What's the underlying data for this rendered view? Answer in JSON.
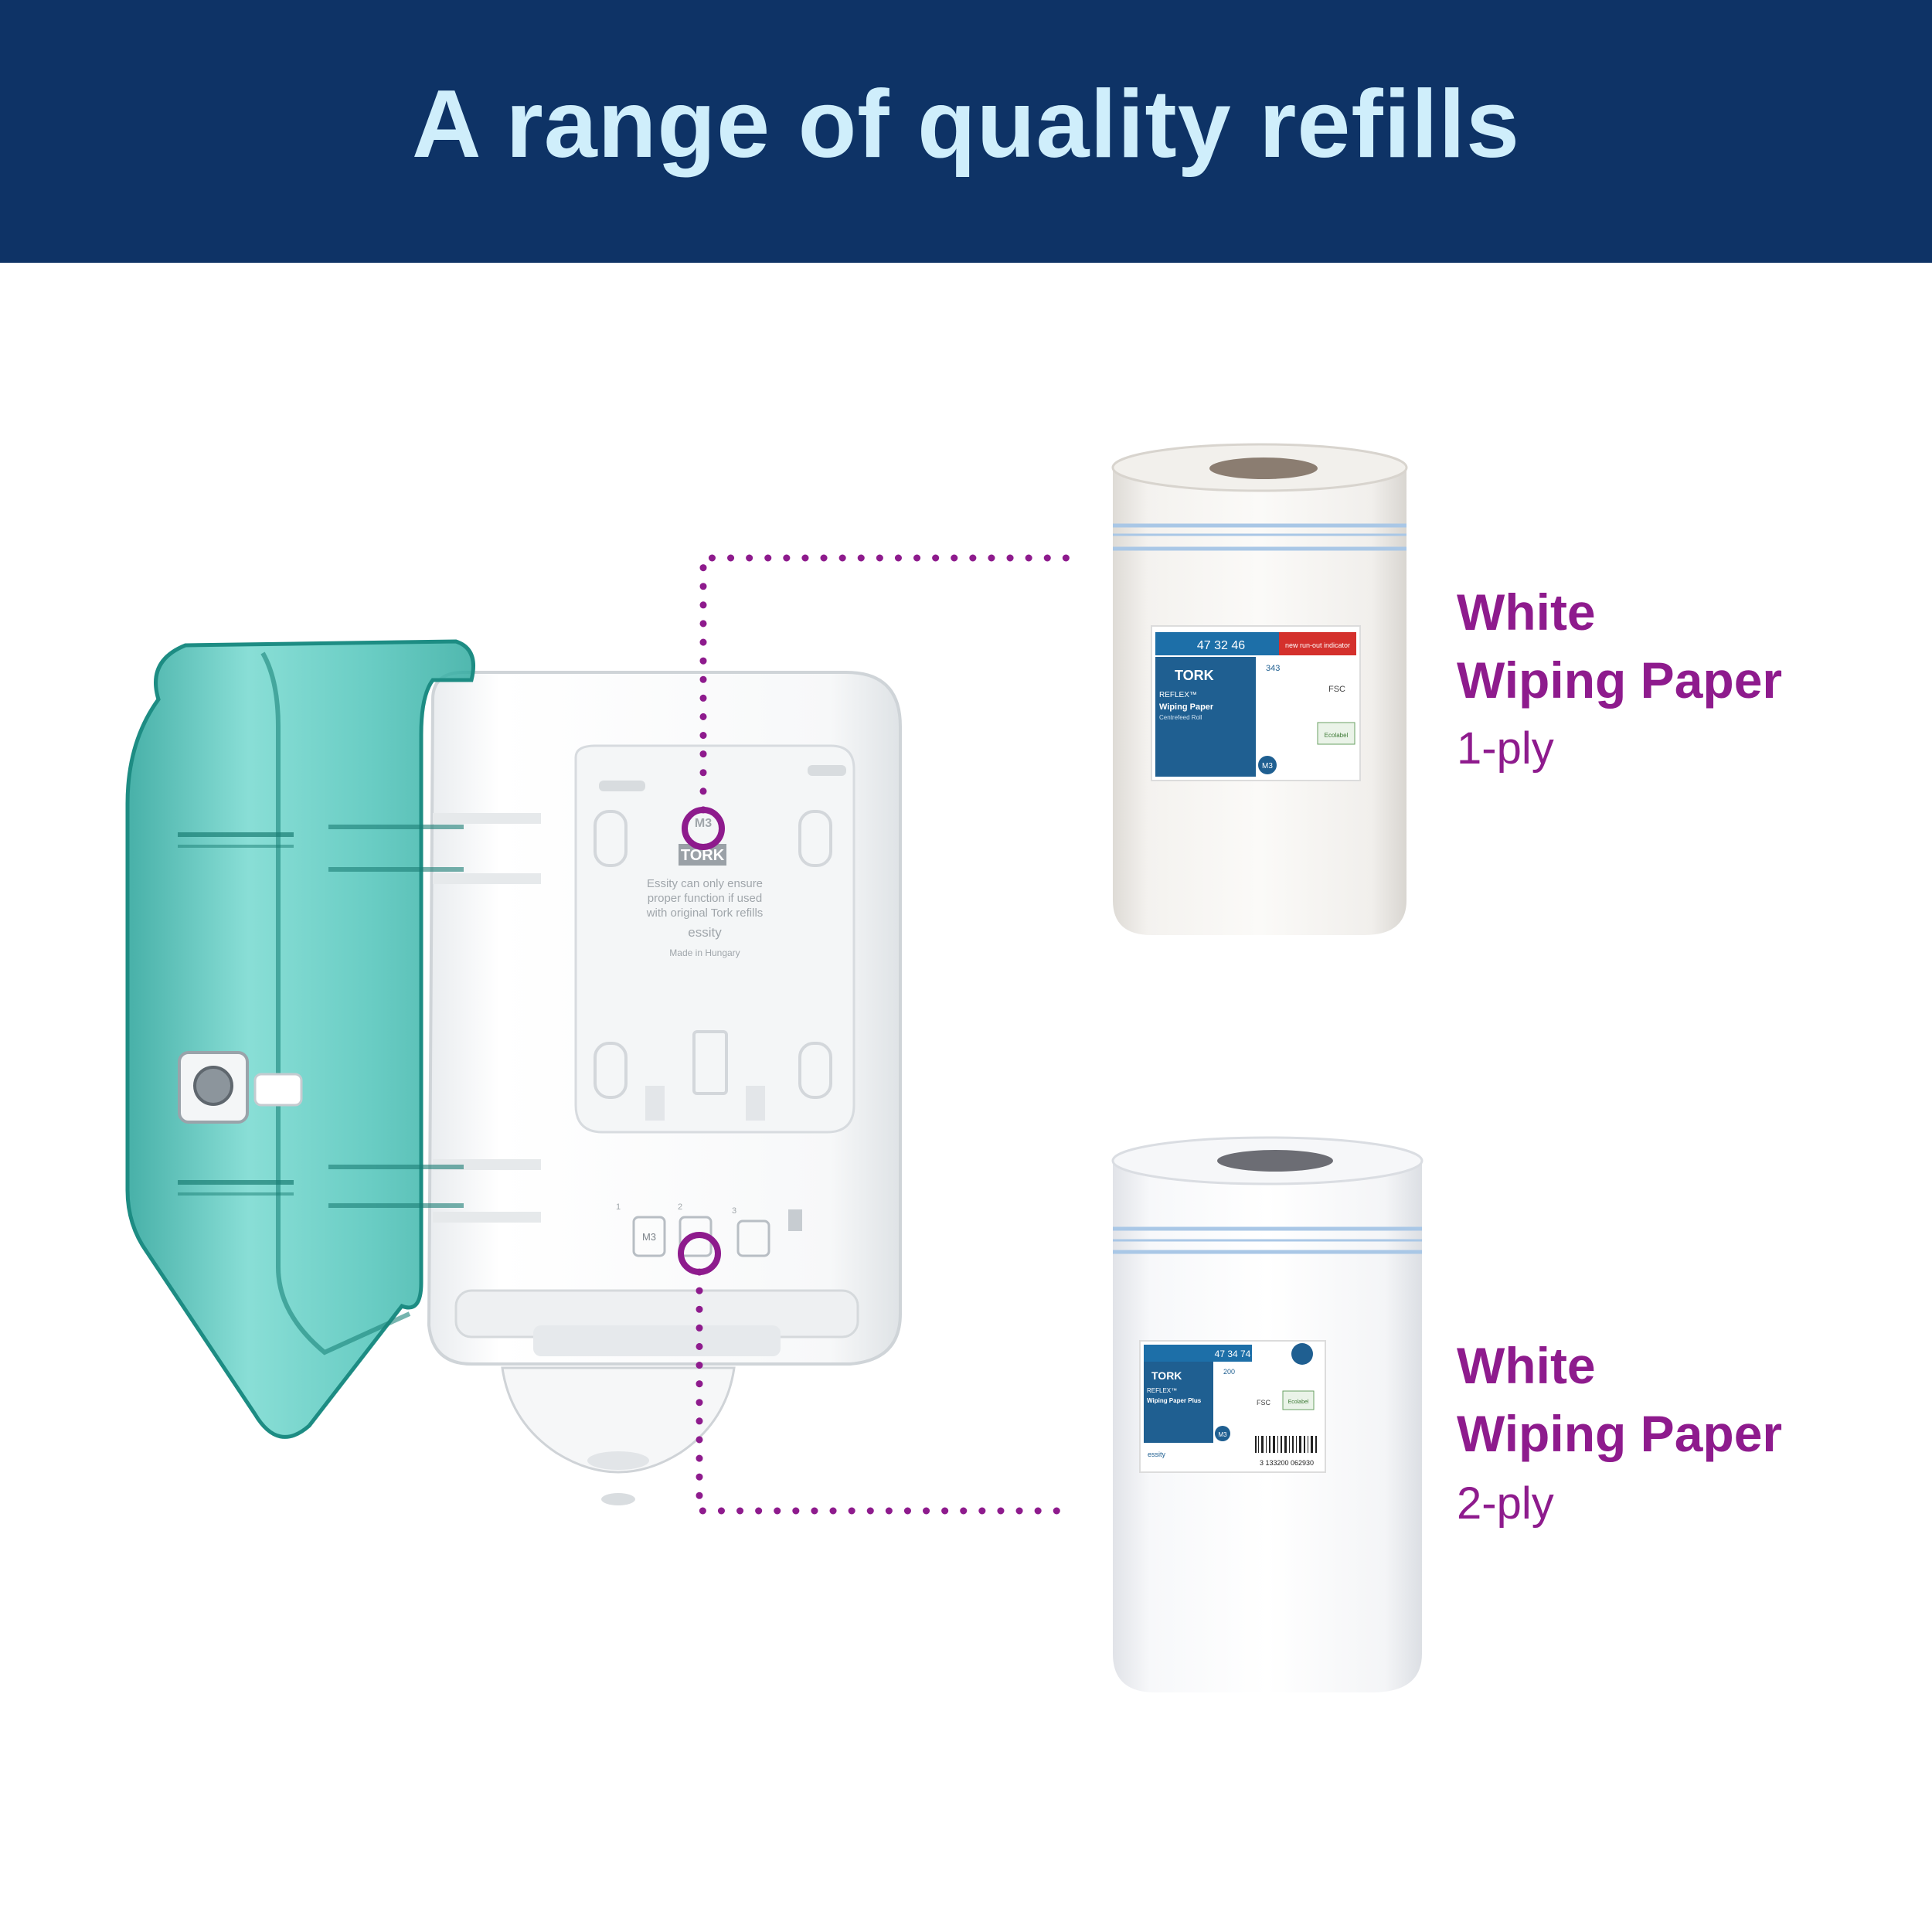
{
  "colors": {
    "banner_bg": "#0e3366",
    "banner_text": "#cfeefb",
    "accent_purple": "#8e1b8d",
    "teal_cover": "#3fbfb4",
    "text_dark": "#333333"
  },
  "banner": {
    "title": "A range of quality refills"
  },
  "dispenser": {
    "illustration": "open-dispenser-illustration",
    "backplate_text": {
      "code": "M3",
      "brand": "TORK",
      "notice_line1": "Essity can only ensure",
      "notice_line2": "proper function if used",
      "notice_line3": "with original Tork refills",
      "maker": "essity",
      "origin": "Made in Hungary"
    },
    "steps": [
      "1",
      "2",
      "3"
    ],
    "step_code": "M3"
  },
  "products": [
    {
      "name_line1": "White",
      "name_line2": "Wiping Paper",
      "ply": "1-ply",
      "label": {
        "article": "47 32 46",
        "brand": "TORK",
        "line": "REFLEX™",
        "product": "Wiping Paper",
        "sub": "Centrefeed Roll",
        "sheets": "343",
        "code": "M3",
        "badge": "new run-out indicator",
        "eco": "Ecolabel",
        "cert": "FSC"
      }
    },
    {
      "name_line1": "White",
      "name_line2": "Wiping Paper",
      "ply": "2-ply",
      "label": {
        "article": "47 34 74",
        "brand": "TORK",
        "line": "REFLEX™",
        "product": "Wiping Paper Plus",
        "sheets": "200",
        "code": "M3",
        "eco": "Ecolabel",
        "cert": "FSC",
        "maker": "essity",
        "barcode": "3 133200 062930"
      }
    }
  ]
}
